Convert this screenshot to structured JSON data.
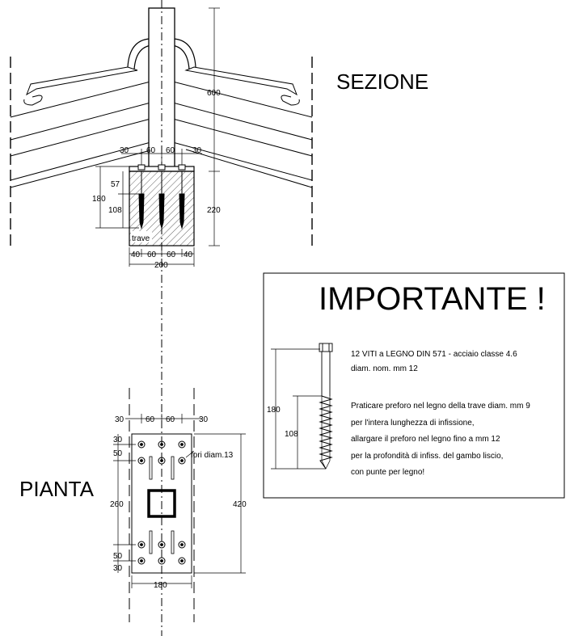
{
  "titles": {
    "section": "SEZIONE",
    "plan": "PIANTA",
    "important": "IMPORTANTE !"
  },
  "section_view": {
    "beam_label": "trave",
    "dims": {
      "top_left": "30",
      "top_mid_1": "60",
      "top_mid_2": "60",
      "top_right": "30",
      "height_180": "180",
      "height_57": "57",
      "height_108": "108",
      "height_220": "220",
      "height_600": "600",
      "bottom_40a": "40",
      "bottom_60a": "60",
      "bottom_60b": "60",
      "bottom_40b": "40",
      "bottom_total": "200"
    }
  },
  "plan_view": {
    "hole_label": "fori diam.13",
    "dims": {
      "top_30a": "30",
      "top_60a": "60",
      "top_60b": "60",
      "top_30b": "30",
      "left_30a": "30",
      "left_50a": "50",
      "left_260": "260",
      "left_50b": "50",
      "left_30b": "30",
      "right_420": "420",
      "bottom_180": "180"
    }
  },
  "notice": {
    "screw_spec_line1": "12 VITI a LEGNO DIN 571 - acciaio classe 4.6",
    "screw_spec_line2": "diam. nom. mm 12",
    "instructions": [
      "Praticare preforo nel legno della trave diam. mm 9",
      "per l'intera lunghezza di infissione,",
      "allargare il preforo nel legno fino a mm 12",
      "per la profondità di infiss. del gambo liscio,",
      "con punte per legno!"
    ],
    "dim_180": "180",
    "dim_108": "108"
  }
}
